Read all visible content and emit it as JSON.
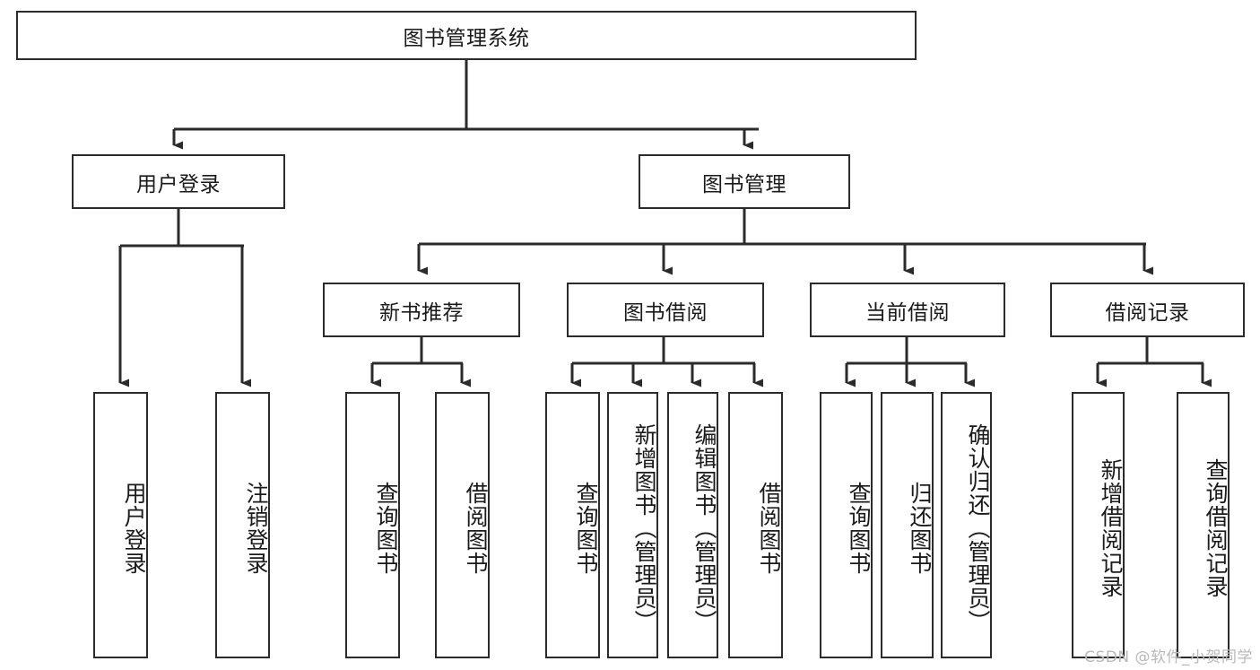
{
  "diagram": {
    "title": "图书管理系统",
    "watermark": "CSDN @软件_小贺同学",
    "stroke_color": "#2b2b2b",
    "text_color": "#1a1a1a",
    "background": "#ffffff",
    "nodes": {
      "root": "图书管理系统",
      "user_login": "用户登录",
      "book_manage": "图书管理",
      "new_book_rec": "新书推荐",
      "book_borrow": "图书借阅",
      "current_borrow": "当前借阅",
      "borrow_record": "借阅记录",
      "leaf_user_login": "用户登录",
      "leaf_logout": "注销登录",
      "leaf_query_book_1": "查询图书",
      "leaf_borrow_book_1": "借阅图书",
      "leaf_query_book_2": "查询图书",
      "leaf_add_book": "新增图书（管理员）",
      "leaf_edit_book": "编辑图书（管理员）",
      "leaf_borrow_book_2": "借阅图书",
      "leaf_query_book_3": "查询图书",
      "leaf_return_book": "归还图书",
      "leaf_confirm_return": "确认归还（管理员）",
      "leaf_add_record": "新增借阅记录",
      "leaf_query_record": "查询借阅记录"
    },
    "hierarchy": [
      {
        "label": "图书管理系统",
        "children": [
          {
            "label": "用户登录",
            "children": [
              {
                "label": "用户登录",
                "children": []
              },
              {
                "label": "注销登录",
                "children": []
              }
            ]
          },
          {
            "label": "图书管理",
            "children": [
              {
                "label": "新书推荐",
                "children": [
                  {
                    "label": "查询图书",
                    "children": []
                  },
                  {
                    "label": "借阅图书",
                    "children": []
                  }
                ]
              },
              {
                "label": "图书借阅",
                "children": [
                  {
                    "label": "查询图书",
                    "children": []
                  },
                  {
                    "label": "新增图书（管理员）",
                    "children": []
                  },
                  {
                    "label": "编辑图书（管理员）",
                    "children": []
                  },
                  {
                    "label": "借阅图书",
                    "children": []
                  }
                ]
              },
              {
                "label": "当前借阅",
                "children": [
                  {
                    "label": "查询图书",
                    "children": []
                  },
                  {
                    "label": "归还图书",
                    "children": []
                  },
                  {
                    "label": "确认归还（管理员）",
                    "children": []
                  }
                ]
              },
              {
                "label": "借阅记录",
                "children": [
                  {
                    "label": "新增借阅记录",
                    "children": []
                  },
                  {
                    "label": "查询借阅记录",
                    "children": []
                  }
                ]
              }
            ]
          }
        ]
      }
    ]
  }
}
